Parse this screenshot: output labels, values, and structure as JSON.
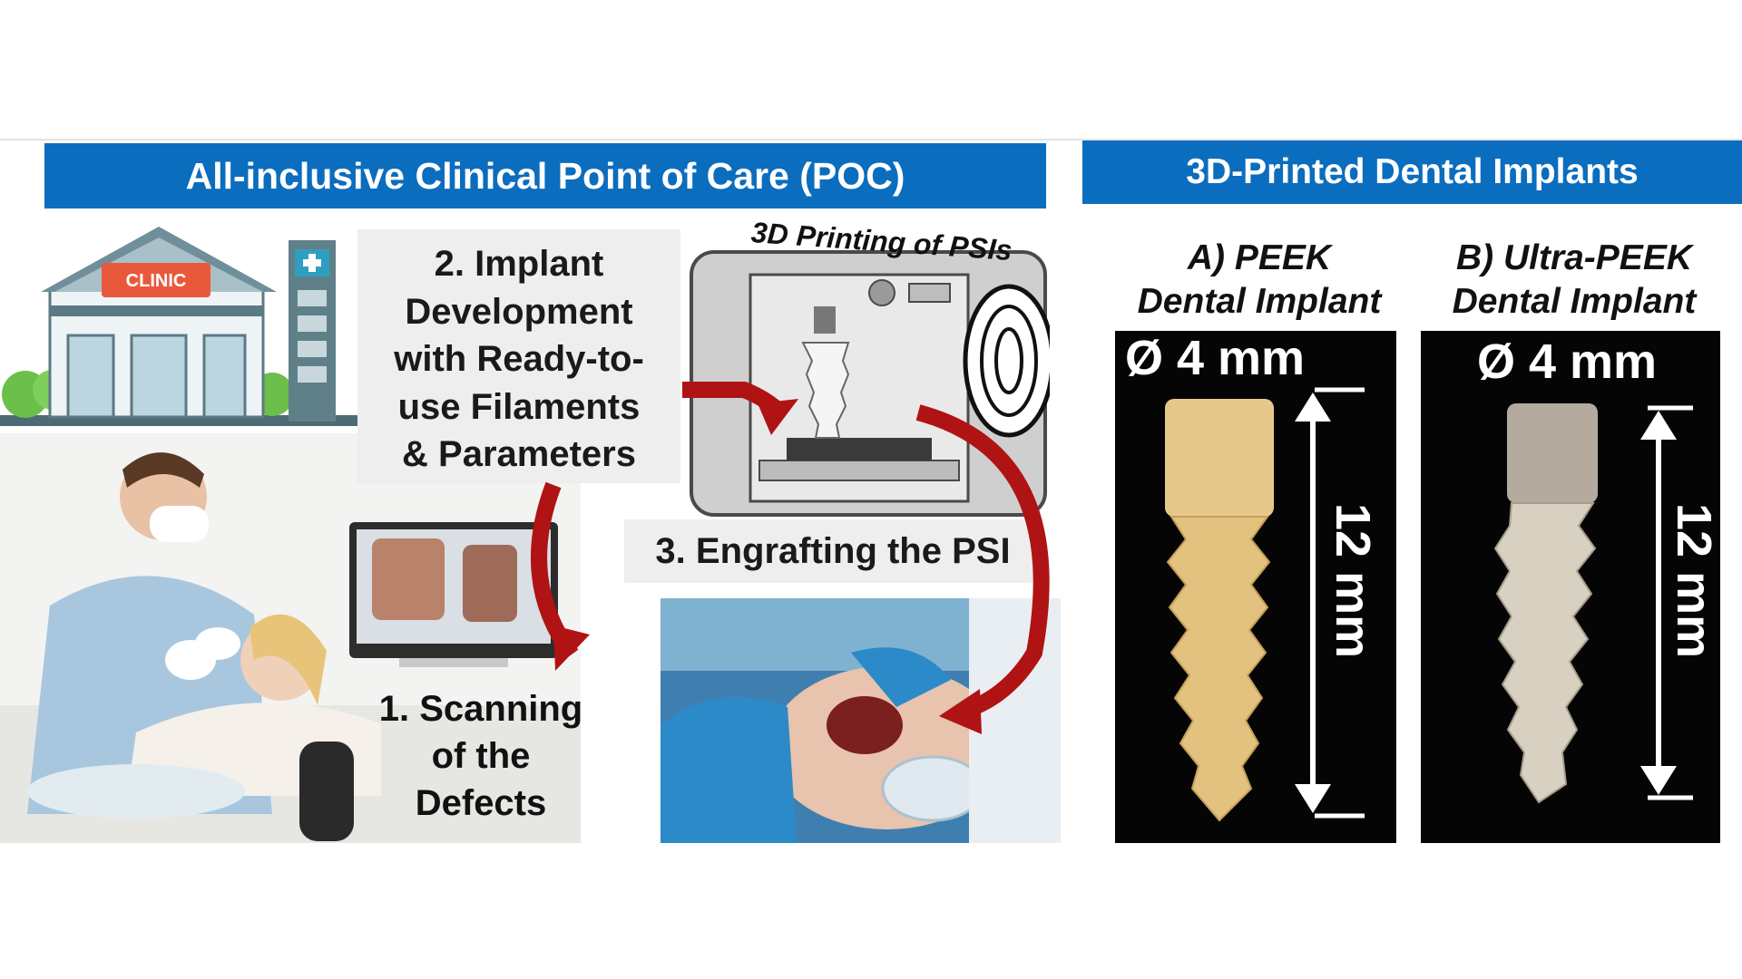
{
  "left": {
    "title": "All-inclusive Clinical Point of Care (POC)",
    "clinic_sign": "CLINIC",
    "step1": [
      "1. Scanning",
      "of the",
      "Defects"
    ],
    "step2": [
      "2. Implant",
      "Development",
      "with Ready-to-",
      "use Filaments",
      "& Parameters"
    ],
    "printer_label": "3D Printing of PSIs",
    "step3": "3. Engrafting the PSI"
  },
  "right": {
    "title": "3D-Printed Dental Implants",
    "implant_a": {
      "label": [
        "A) PEEK",
        "Dental Implant"
      ],
      "diameter": "Ø 4 mm",
      "length": "12 mm"
    },
    "implant_b": {
      "label": [
        "B) Ultra-PEEK",
        "Dental Implant"
      ],
      "diameter": "Ø 4 mm",
      "length": "12 mm"
    }
  },
  "colors": {
    "banner": "#0b6dbe",
    "arrow": "#b01313",
    "peek": "#e6c98a",
    "ultra_peek": "#d8d0c0"
  }
}
